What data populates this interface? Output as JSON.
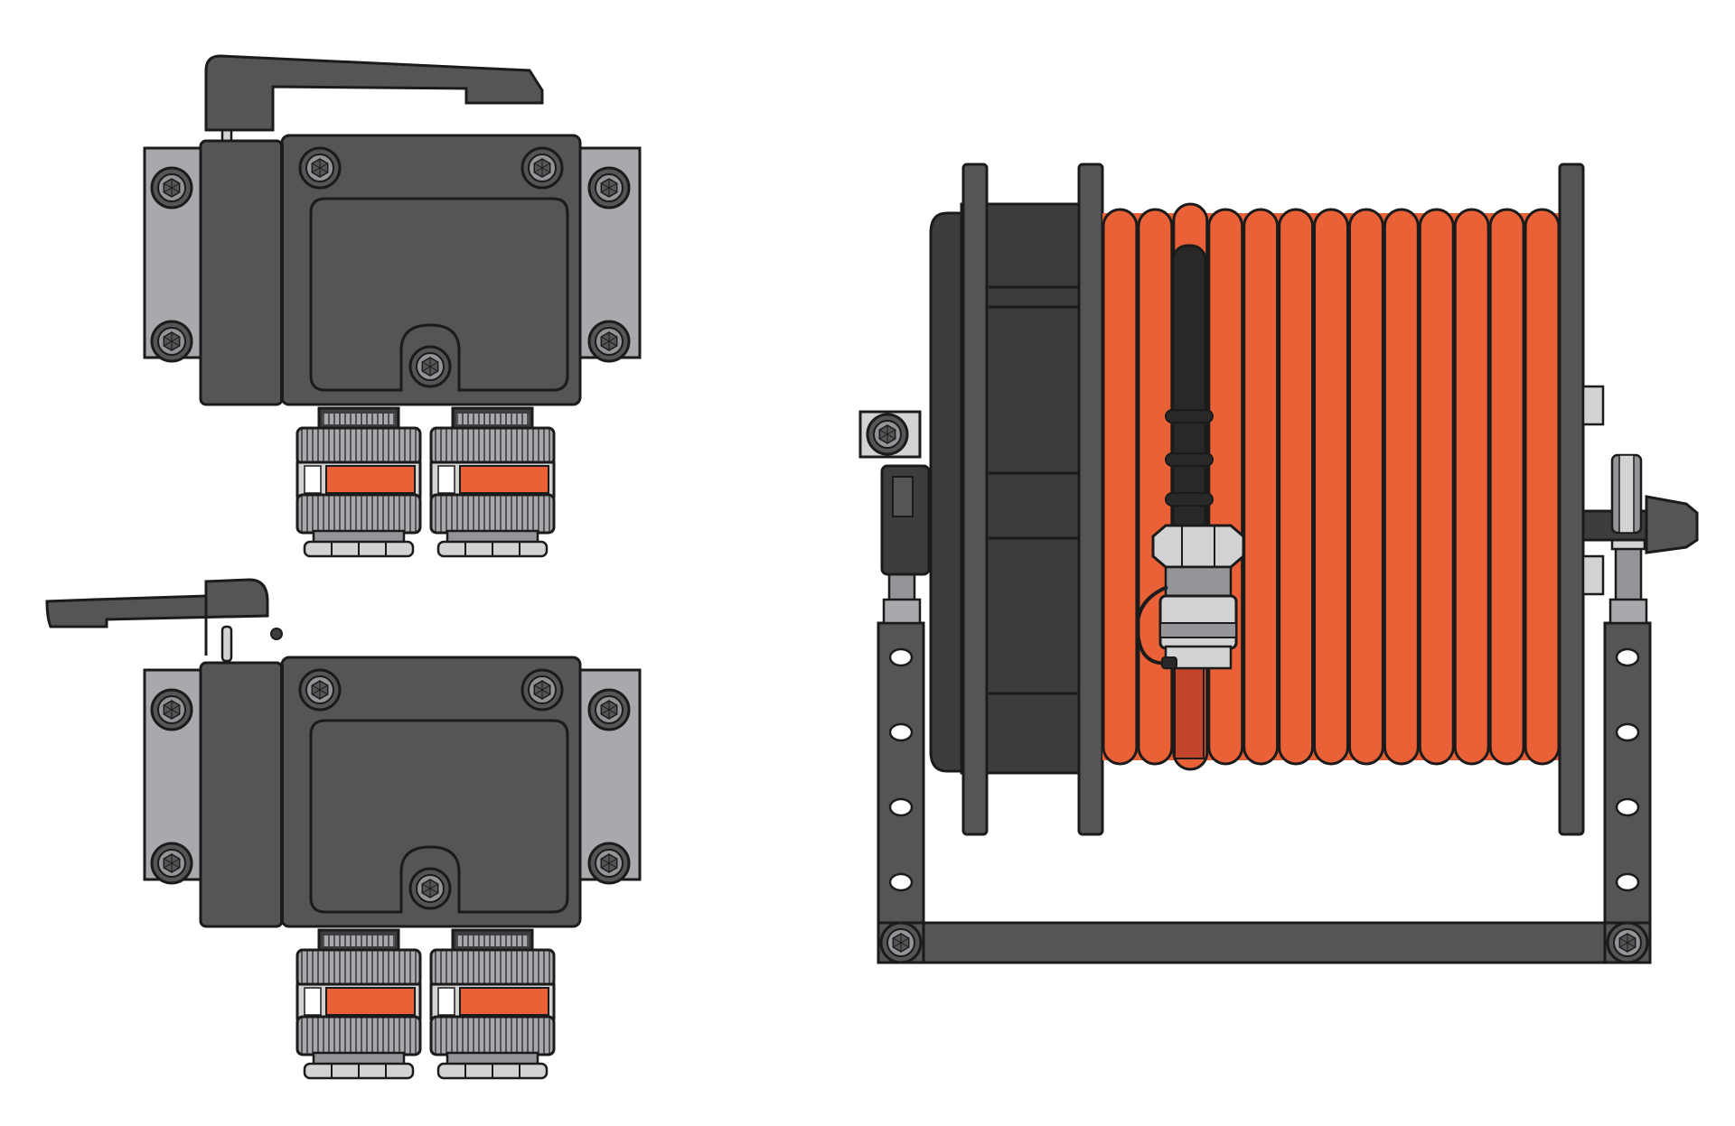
{
  "figure": {
    "components": [
      {
        "id": "splitter-box-upper",
        "handle": "open",
        "ports": 2
      },
      {
        "id": "splitter-box-lower",
        "handle": "closed",
        "ports": 2
      },
      {
        "id": "hose-reel",
        "hose_wraps": 13,
        "frame_holes_per_leg": 4
      }
    ]
  },
  "colors": {
    "body_dark": "#555557",
    "body_darker": "#3c3d3e",
    "bracket_grey": "#a7a9ac",
    "hose_orange": "#ea6137",
    "hose_dark_orange": "#c0452a",
    "hose_black": "#282828",
    "metal_light": "#d1d3d4",
    "metal_mid": "#939598",
    "outline": "#1b1b1b",
    "white": "#ffffff"
  }
}
